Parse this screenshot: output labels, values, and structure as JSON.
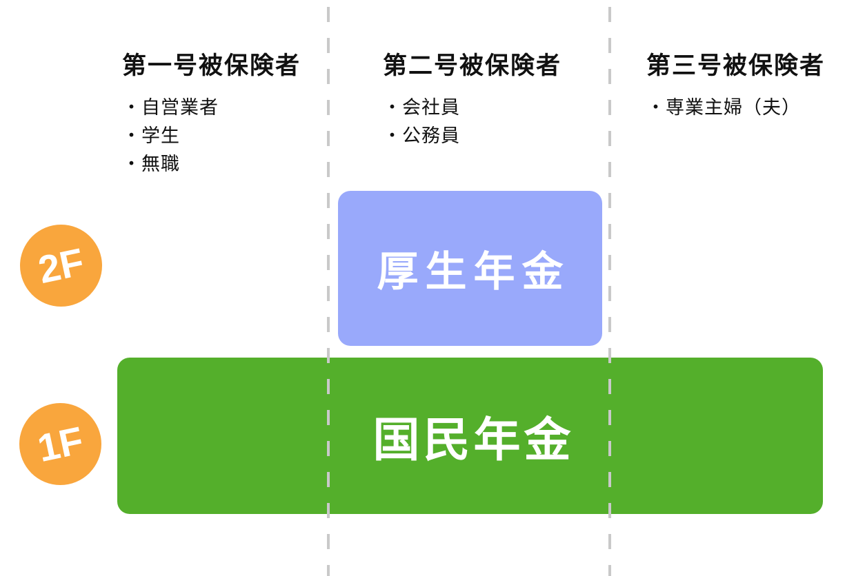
{
  "diagram": {
    "title_implicit": "",
    "columns": [
      {
        "header": "第一号被保険者",
        "items": [
          "・自営業者",
          "・学生",
          "・無職"
        ]
      },
      {
        "header": "第二号被保険者",
        "items": [
          "・会社員",
          "・公務員"
        ]
      },
      {
        "header": "第三号被保険者",
        "items": [
          "・専業主婦（夫）"
        ]
      }
    ],
    "floors": [
      {
        "badge": "2F",
        "box_label": "厚生年金"
      },
      {
        "badge": "1F",
        "box_label": "国民年金"
      }
    ],
    "colors": {
      "employee_pension_box": "#99a9fb",
      "national_pension_box": "#54af2b",
      "floor_badge": "#f9a63d",
      "dashed_line": "#c9c9c9",
      "text": "#111111",
      "box_text": "#ffffff"
    }
  }
}
